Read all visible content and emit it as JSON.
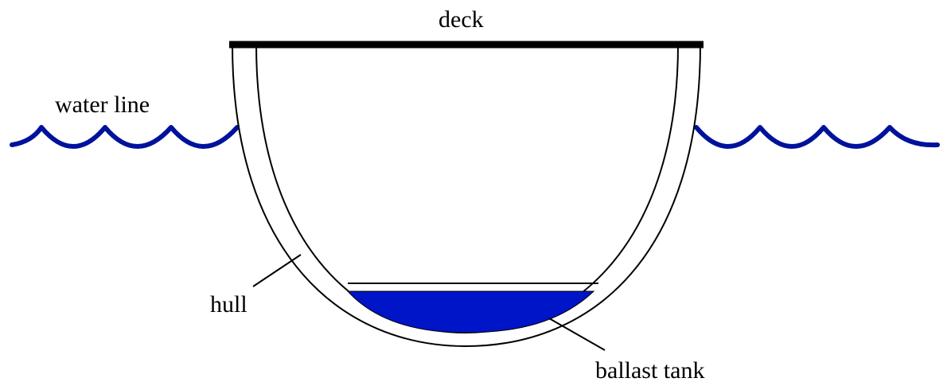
{
  "labels": {
    "deck": "deck",
    "water_line": "water line",
    "hull": "hull",
    "ballast_tank": "ballast tank"
  },
  "colors": {
    "water": "#00129c",
    "ballast": "#0014c8",
    "outline": "#000000",
    "background": "#ffffff"
  }
}
